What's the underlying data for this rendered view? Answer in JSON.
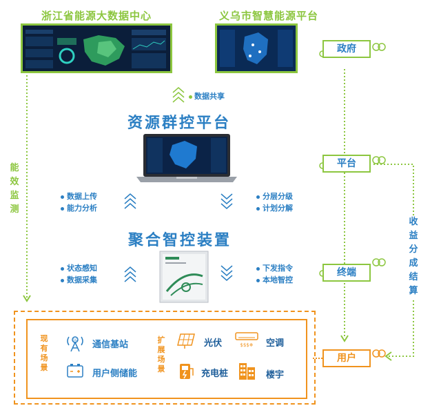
{
  "top": {
    "left_title": "浙江省能源大数据中心",
    "right_title": "义乌市智慧能源平台",
    "data_share": "数据共享"
  },
  "platform": {
    "title": "资源群控平台",
    "left_items": [
      "数据上传",
      "能力分析"
    ],
    "right_items": [
      "分层分级",
      "计划分解"
    ]
  },
  "device": {
    "title": "聚合智控装置",
    "left_items": [
      "状态感知",
      "数据采集"
    ],
    "right_items": [
      "下发指令",
      "本地智控"
    ]
  },
  "left_side": {
    "label": [
      "能",
      "效",
      "监",
      "测"
    ]
  },
  "right_side": {
    "labels": {
      "gov": "政府",
      "platform": "平台",
      "terminal": "终端",
      "user": "用户"
    },
    "benefit": [
      "收",
      "益",
      "分",
      "成",
      "结",
      "算"
    ]
  },
  "bottom": {
    "existing_label": [
      "现",
      "有",
      "场",
      "景"
    ],
    "existing": [
      "通信基站",
      "用户侧储能"
    ],
    "extended_label": [
      "扩",
      "展",
      "场",
      "景"
    ],
    "extended": [
      "光伏",
      "空调",
      "充电桩",
      "楼宇"
    ],
    "ac_icon_text": "$$$❄"
  },
  "colors": {
    "green": "#8cc63f",
    "blue": "#2b7fc3",
    "orange": "#f0931e"
  }
}
